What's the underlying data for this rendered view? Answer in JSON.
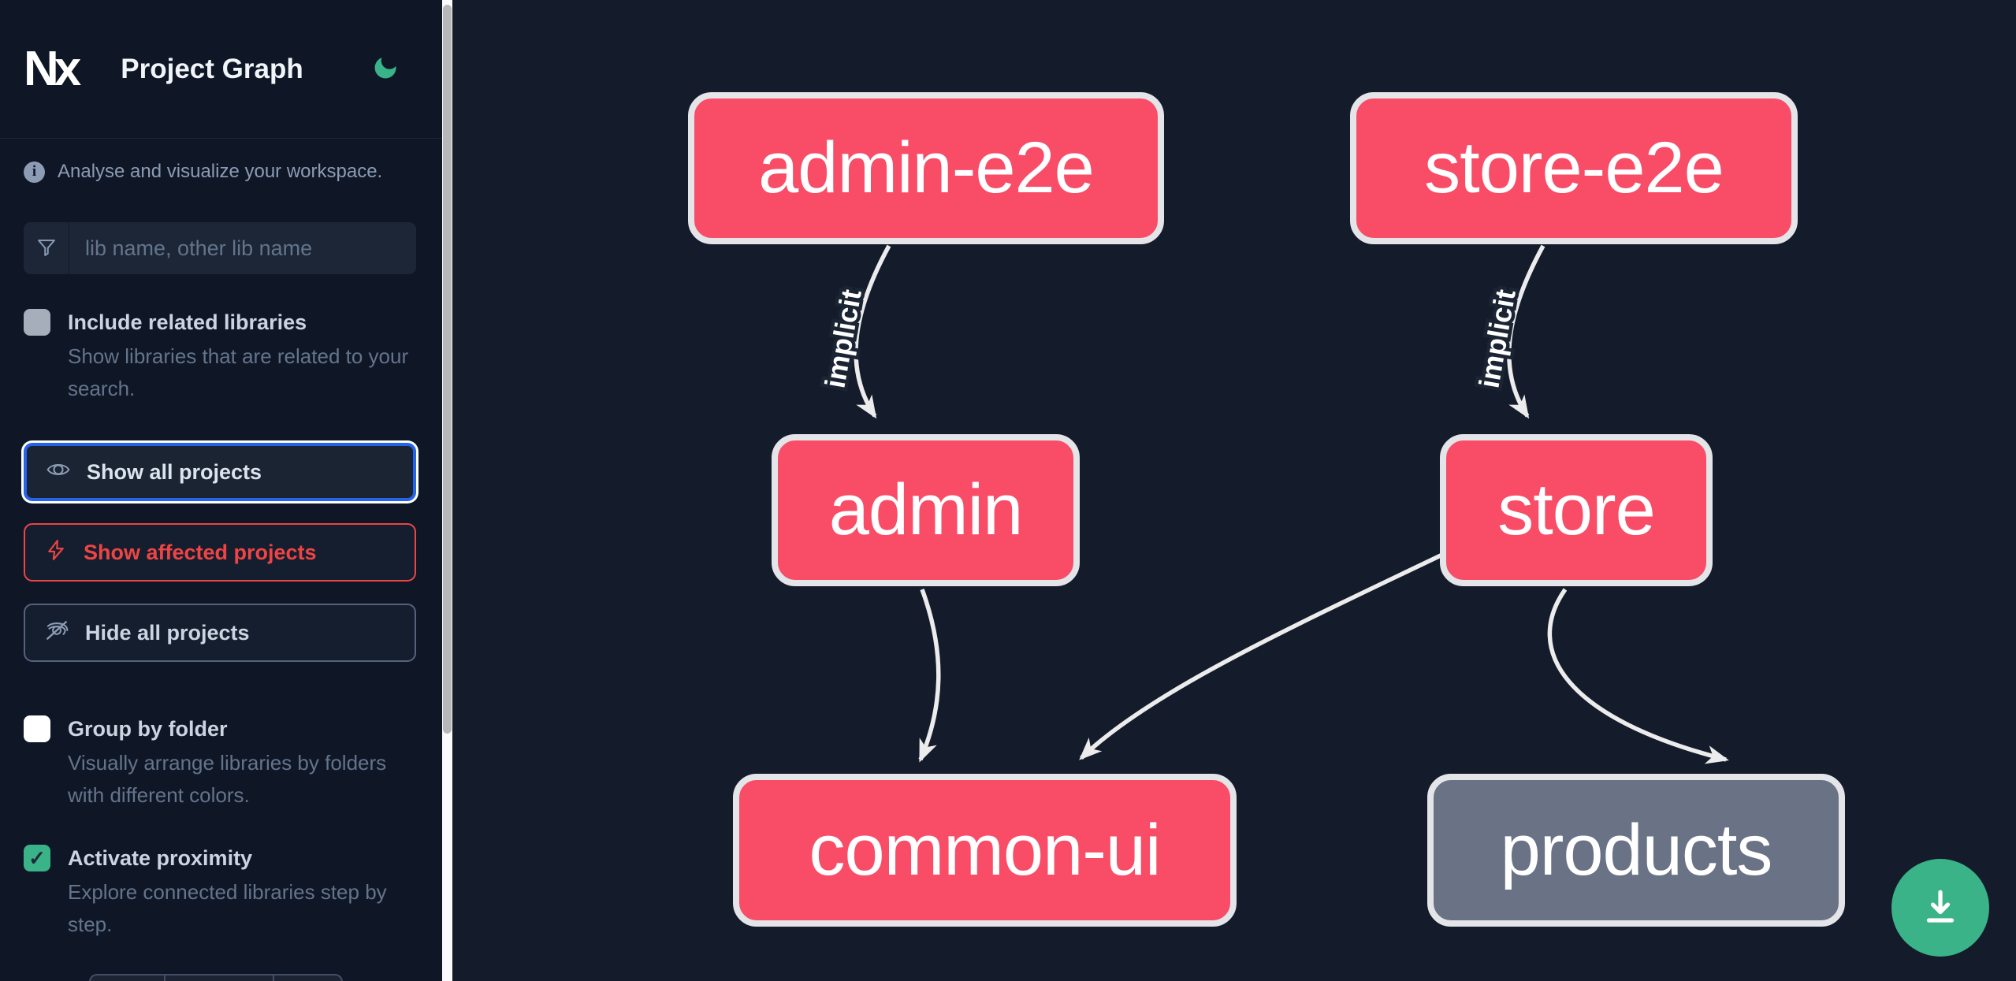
{
  "header": {
    "logo": "Nx",
    "title": "Project Graph"
  },
  "sidebar": {
    "tagline": "Analyse and visualize your workspace.",
    "search": {
      "placeholder": "lib name, other lib name"
    },
    "toggles": [
      {
        "label": "Include related libraries",
        "description": "Show libraries that are related to your search.",
        "checked": false
      },
      {
        "label": "Group by folder",
        "description": "Visually arrange libraries by folders with different colors.",
        "checked": false
      },
      {
        "label": "Activate proximity",
        "description": "Explore connected libraries step by step.",
        "checked": true
      }
    ],
    "buttons": [
      {
        "label": "Show all projects",
        "icon": "eye-icon",
        "state": "focused"
      },
      {
        "label": "Show affected projects",
        "icon": "bolt-icon",
        "state": "danger"
      },
      {
        "label": "Hide all projects",
        "icon": "eye-off-icon",
        "state": "default"
      }
    ]
  },
  "graph": {
    "nodes": [
      {
        "id": "admin-e2e",
        "label": "admin-e2e",
        "state": "affected"
      },
      {
        "id": "store-e2e",
        "label": "store-e2e",
        "state": "affected"
      },
      {
        "id": "admin",
        "label": "admin",
        "state": "affected"
      },
      {
        "id": "store",
        "label": "store",
        "state": "affected"
      },
      {
        "id": "common-ui",
        "label": "common-ui",
        "state": "affected"
      },
      {
        "id": "products",
        "label": "products",
        "state": "normal"
      }
    ],
    "edges": [
      {
        "from": "admin-e2e",
        "to": "admin",
        "label": "implicit"
      },
      {
        "from": "store-e2e",
        "to": "store",
        "label": "implicit"
      },
      {
        "from": "admin",
        "to": "common-ui",
        "label": ""
      },
      {
        "from": "store",
        "to": "common-ui",
        "label": ""
      },
      {
        "from": "store",
        "to": "products",
        "label": ""
      }
    ]
  },
  "icons": {
    "checkmark": "✓",
    "info": "i"
  },
  "colors": {
    "sidebar-bg": "#0f1727",
    "canvas-bg": "#141b2b",
    "pink": "#f84c67",
    "gray": "#6a7385",
    "green": "#3ab389",
    "blue": "#2563eb",
    "red": "#ef4444",
    "edge": "#ececec"
  }
}
